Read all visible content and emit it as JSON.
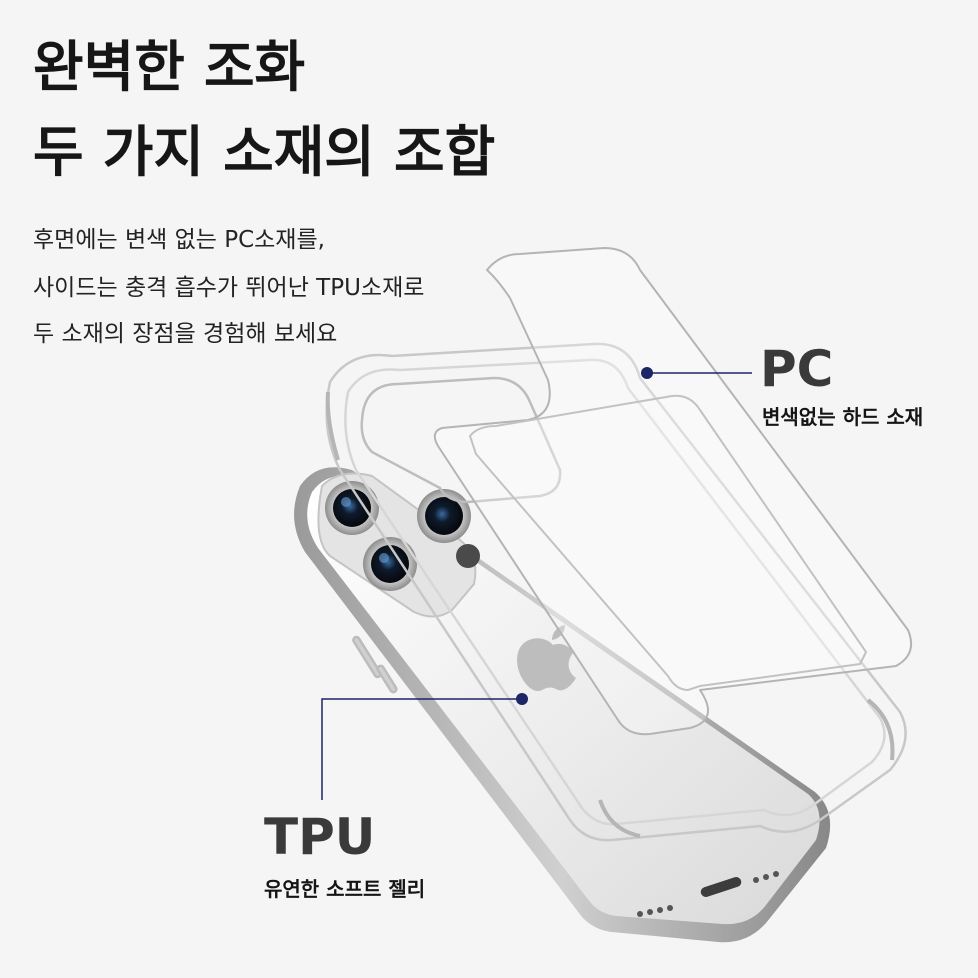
{
  "headline": {
    "line1": "완벽한 조화",
    "line2": "두 가지 소재의 조합"
  },
  "description": {
    "line1": "후면에는 변색 없는 PC소재를,",
    "line2": "사이드는 충격 흡수가 뛰어난 TPU소재로",
    "line3": "두 소재의 장점을 경험해 보세요"
  },
  "callouts": {
    "pc": {
      "label": "PC",
      "caption": "변색없는 하드 소재"
    },
    "tpu": {
      "label": "TPU",
      "caption": "유연한 소프트 젤리"
    }
  },
  "colors": {
    "background": "#f5f5f5",
    "callout_dot": "#1d2566",
    "callout_line": "#1d2566"
  }
}
